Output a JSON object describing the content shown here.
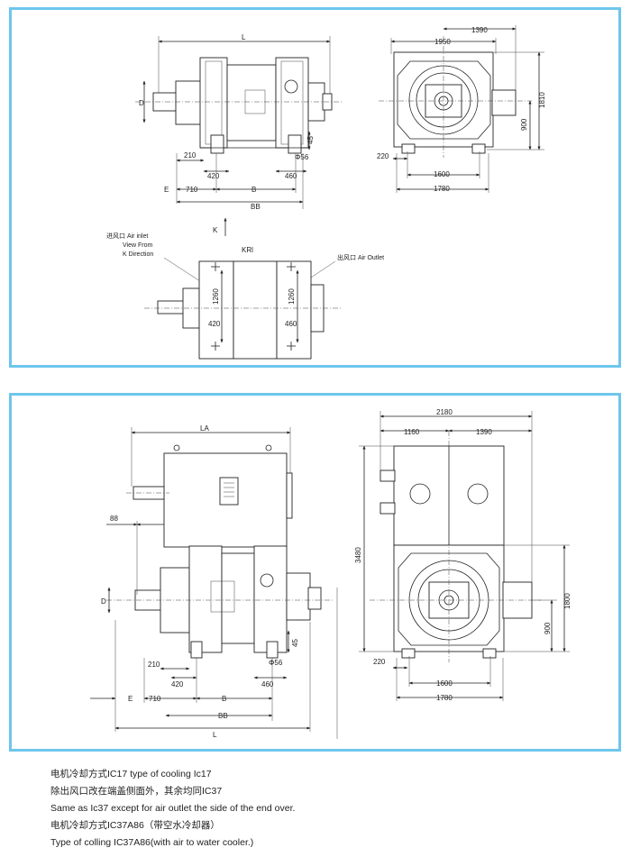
{
  "top_panel": {
    "side_view": {
      "dims": {
        "L": "L",
        "D": "D",
        "E": "E",
        "B": "B",
        "BB": "BB",
        "d210": "210",
        "d420": "420",
        "d710": "710",
        "d460": "460",
        "phi56": "Φ56",
        "d45": "45"
      }
    },
    "end_view": {
      "dims": {
        "d1390": "1390",
        "d1950": "1950",
        "d1810": "1810",
        "d900": "900",
        "d220": "220",
        "d1600": "1600",
        "d1780": "1780"
      }
    },
    "direction_label": "K",
    "plan_view": {
      "title": "KRl",
      "air_inlet": "进风口  Air  inlet",
      "view_from": "View  From",
      "k_direction": "K  Direction",
      "air_outlet": "出风口  Air  Outlet",
      "d1260a": "1260",
      "d1260b": "1260",
      "d420": "420",
      "d460": "460"
    }
  },
  "bottom_panel": {
    "side_view": {
      "dims": {
        "LA": "LA",
        "d88": "88",
        "D": "D",
        "E": "E",
        "B": "B",
        "BB": "BB",
        "L": "L",
        "d210": "210",
        "d420": "420",
        "d710": "710",
        "d460": "460",
        "phi56": "Φ56",
        "d45": "45"
      }
    },
    "end_view": {
      "dims": {
        "d2180": "2180",
        "d1160": "1160",
        "d1390": "1390",
        "d3480": "3480",
        "d1800": "1800",
        "d900": "900",
        "d220": "220",
        "d1600": "1600",
        "d1780": "1780"
      }
    }
  },
  "caption": {
    "line1": "电机冷却方式IC17  type of cooling Ic17",
    "line2": "除出风口改在端盖侧面外，其余均同IC37",
    "line3": "Same as Ic37 except for air outlet the side of the end over.",
    "line4": "电机冷却方式IC37A86（带空水冷却器）",
    "line5": "Type of colling IC37A86(with air to water cooler.)"
  }
}
